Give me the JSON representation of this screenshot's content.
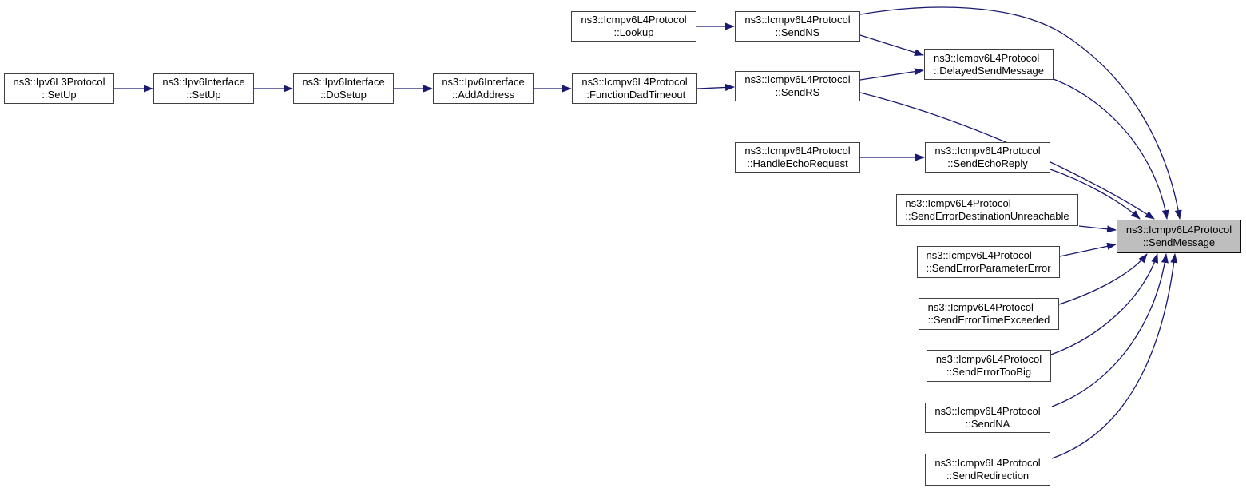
{
  "diagram": {
    "type": "doxygen-call-graph",
    "focus_function": "ns3::Icmpv6L4Protocol::SendMessage",
    "colors": {
      "edge": "#191970",
      "node_fill": "#ffffff",
      "node_border": "#404040",
      "highlight_fill": "#bebebe",
      "highlight_border": "#0a0a0a",
      "background": "#ffffff",
      "text": "#000000"
    }
  },
  "nodes": [
    {
      "id": "ipv6l3protocol-setup",
      "line1": "ns3::Ipv6L3Protocol",
      "line2": "::SetUp",
      "highlighted": false
    },
    {
      "id": "ipv6interface-setup",
      "line1": "ns3::Ipv6Interface",
      "line2": "::SetUp",
      "highlighted": false
    },
    {
      "id": "ipv6interface-dosetup",
      "line1": "ns3::Ipv6Interface",
      "line2": "::DoSetup",
      "highlighted": false
    },
    {
      "id": "ipv6interface-addaddress",
      "line1": "ns3::Ipv6Interface",
      "line2": "::AddAddress",
      "highlighted": false
    },
    {
      "id": "functiondadtimeout",
      "line1": "ns3::Icmpv6L4Protocol",
      "line2": "::FunctionDadTimeout",
      "highlighted": false
    },
    {
      "id": "sendrs",
      "line1": "ns3::Icmpv6L4Protocol",
      "line2": "::SendRS",
      "highlighted": false
    },
    {
      "id": "lookup",
      "line1": "ns3::Icmpv6L4Protocol",
      "line2": "::Lookup",
      "highlighted": false
    },
    {
      "id": "sendns",
      "line1": "ns3::Icmpv6L4Protocol",
      "line2": "::SendNS",
      "highlighted": false
    },
    {
      "id": "delayedsendmessage",
      "line1": "ns3::Icmpv6L4Protocol",
      "line2": "::DelayedSendMessage",
      "highlighted": false
    },
    {
      "id": "handleechorequest",
      "line1": "ns3::Icmpv6L4Protocol",
      "line2": "::HandleEchoRequest",
      "highlighted": false
    },
    {
      "id": "sendechoreply",
      "line1": "ns3::Icmpv6L4Protocol",
      "line2": "::SendEchoReply",
      "highlighted": false
    },
    {
      "id": "senderrordestinationunreachable",
      "line1": "ns3::Icmpv6L4Protocol",
      "line2": "::SendErrorDestinationUnreachable",
      "highlighted": false
    },
    {
      "id": "sendmessage",
      "line1": "ns3::Icmpv6L4Protocol",
      "line2": "::SendMessage",
      "highlighted": true
    },
    {
      "id": "senderrorparametererror",
      "line1": "ns3::Icmpv6L4Protocol",
      "line2": "::SendErrorParameterError",
      "highlighted": false
    },
    {
      "id": "senderrortimeexceeded",
      "line1": "ns3::Icmpv6L4Protocol",
      "line2": "::SendErrorTimeExceeded",
      "highlighted": false
    },
    {
      "id": "senderrortoobig",
      "line1": "ns3::Icmpv6L4Protocol",
      "line2": "::SendErrorTooBig",
      "highlighted": false
    },
    {
      "id": "sendna",
      "line1": "ns3::Icmpv6L4Protocol",
      "line2": "::SendNA",
      "highlighted": false
    },
    {
      "id": "sendredirection",
      "line1": "ns3::Icmpv6L4Protocol",
      "line2": "::SendRedirection",
      "highlighted": false
    }
  ],
  "edges": [
    {
      "from": "ipv6l3protocol-setup",
      "to": "ipv6interface-setup"
    },
    {
      "from": "ipv6interface-setup",
      "to": "ipv6interface-dosetup"
    },
    {
      "from": "ipv6interface-dosetup",
      "to": "ipv6interface-addaddress"
    },
    {
      "from": "ipv6interface-addaddress",
      "to": "functiondadtimeout"
    },
    {
      "from": "functiondadtimeout",
      "to": "sendrs"
    },
    {
      "from": "lookup",
      "to": "sendns"
    },
    {
      "from": "sendns",
      "to": "delayedsendmessage"
    },
    {
      "from": "sendns",
      "to": "sendmessage"
    },
    {
      "from": "sendrs",
      "to": "delayedsendmessage"
    },
    {
      "from": "sendrs",
      "to": "sendmessage"
    },
    {
      "from": "delayedsendmessage",
      "to": "sendmessage"
    },
    {
      "from": "handleechorequest",
      "to": "sendechoreply"
    },
    {
      "from": "sendechoreply",
      "to": "sendmessage"
    },
    {
      "from": "senderrordestinationunreachable",
      "to": "sendmessage"
    },
    {
      "from": "senderrorparametererror",
      "to": "sendmessage"
    },
    {
      "from": "senderrortimeexceeded",
      "to": "sendmessage"
    },
    {
      "from": "senderrortoobig",
      "to": "sendmessage"
    },
    {
      "from": "sendna",
      "to": "sendmessage"
    },
    {
      "from": "sendredirection",
      "to": "sendmessage"
    }
  ]
}
